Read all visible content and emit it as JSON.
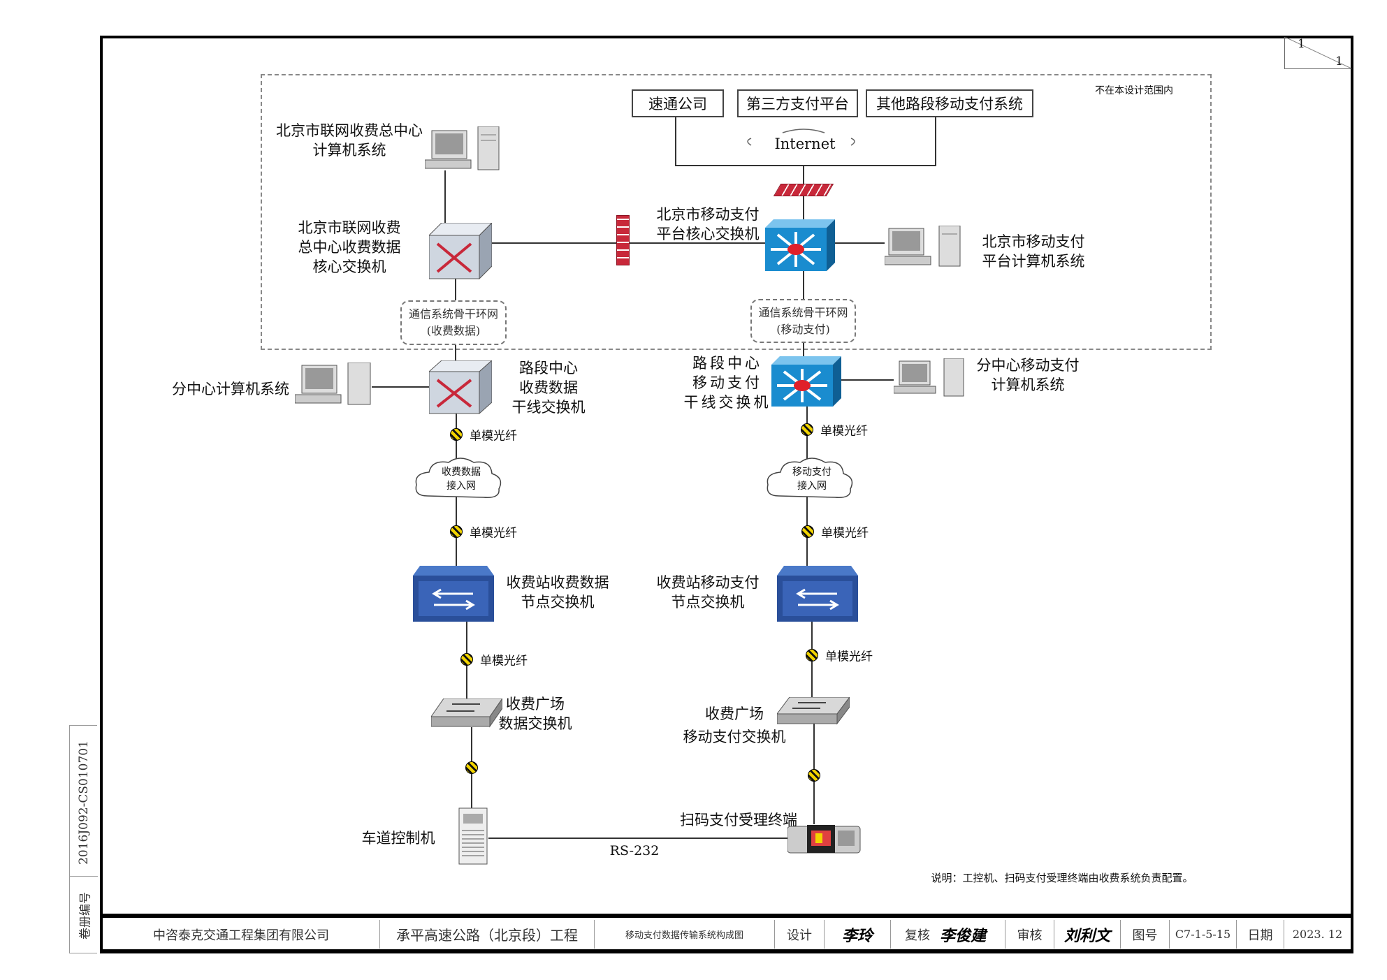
{
  "sheet": {
    "page_num": "1",
    "page_total": "1"
  },
  "scope_note": "不在本设计范围内",
  "external": {
    "sutong": "速通公司",
    "third_party": "第三方支付平台",
    "other_roads": "其他路段移动支付系统",
    "internet": "Internet"
  },
  "center": {
    "computer": [
      "北京市联网收费总中心",
      "计算机系统"
    ],
    "core_switch": [
      "北京市联网收费",
      "总中心收费数据",
      "核心交换机"
    ],
    "mobile_core_switch": [
      "北京市移动支付",
      "平台核心交换机"
    ],
    "mobile_computer": [
      "北京市移动支付",
      "平台计算机系统"
    ],
    "ring_toll": [
      "通信系统骨干环网",
      "(收费数据)"
    ],
    "ring_mobile": [
      "通信系统骨干环网",
      "(移动支付)"
    ]
  },
  "sub_center": {
    "computer": "分中心计算机系统",
    "toll_trunk": [
      "路段中心",
      "收费数据",
      "干线交换机"
    ],
    "mobile_trunk": [
      "路段中心",
      "移动支付",
      "干线交换机"
    ],
    "mobile_computer": [
      "分中心移动支付",
      "计算机系统"
    ]
  },
  "fiber_label": "单模光纤",
  "access": {
    "toll": [
      "收费数据",
      "接入网"
    ],
    "mobile": [
      "移动支付",
      "接入网"
    ]
  },
  "station": {
    "toll_node": [
      "收费站收费数据",
      "节点交换机"
    ],
    "mobile_node": [
      "收费站移动支付",
      "节点交换机"
    ],
    "plaza_toll": [
      "收费广场",
      "数据交换机"
    ],
    "plaza_mobile": [
      "收费广场",
      "移动支付交换机"
    ],
    "lane_controller": "车道控制机",
    "scan_terminal": "扫码支付受理终端",
    "rs232": "RS-232"
  },
  "note": "说明：工控机、扫码支付受理终端由收费系统负责配置。",
  "side": {
    "volume_label": "卷册编号",
    "volume_no": "2016J092-CS010701"
  },
  "title_block": {
    "company": "中咨泰克交通工程集团有限公司",
    "project": "承平高速公路（北京段）工程",
    "drawing": "移动支付数据传输系统构成图",
    "design_label": "设计",
    "design_sign": "李玲",
    "review_label": "复核",
    "review_sign": "李俊建",
    "audit_label": "审核",
    "audit_sign": "刘利文",
    "drawing_no_label": "图号",
    "drawing_no": "C7-1-5-15",
    "date_label": "日期",
    "date": "2023. 12"
  },
  "colors": {
    "switch_blue": "#1a8ccf",
    "firewall_red": "#c8283a",
    "fiber_yellow": "#f2d400"
  }
}
